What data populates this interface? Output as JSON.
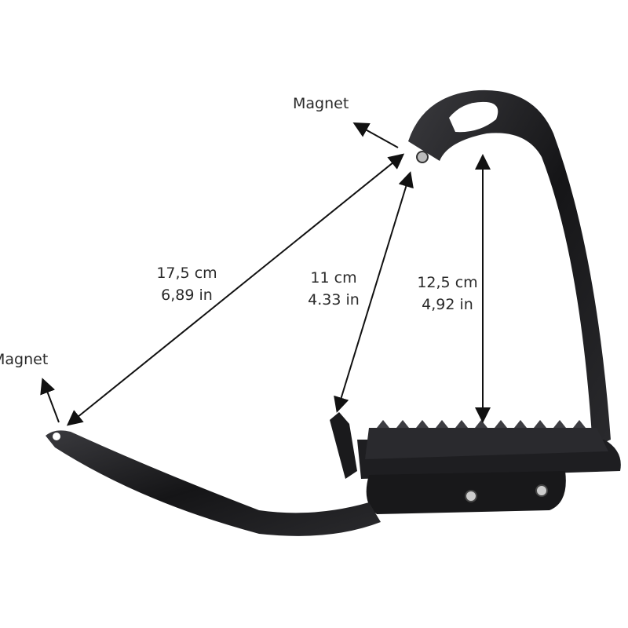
{
  "labels": {
    "magnet_top": "Magnet",
    "magnet_left": "Magnet"
  },
  "dimensions": [
    {
      "cm": "17,5 cm",
      "in": "6,89 in"
    },
    {
      "cm": "11 cm",
      "in": "4.33 in"
    },
    {
      "cm": "12,5 cm",
      "in": "4,92 in"
    }
  ],
  "colors": {
    "product": "#1c1c1e",
    "line": "#111111",
    "background": "#ffffff"
  }
}
